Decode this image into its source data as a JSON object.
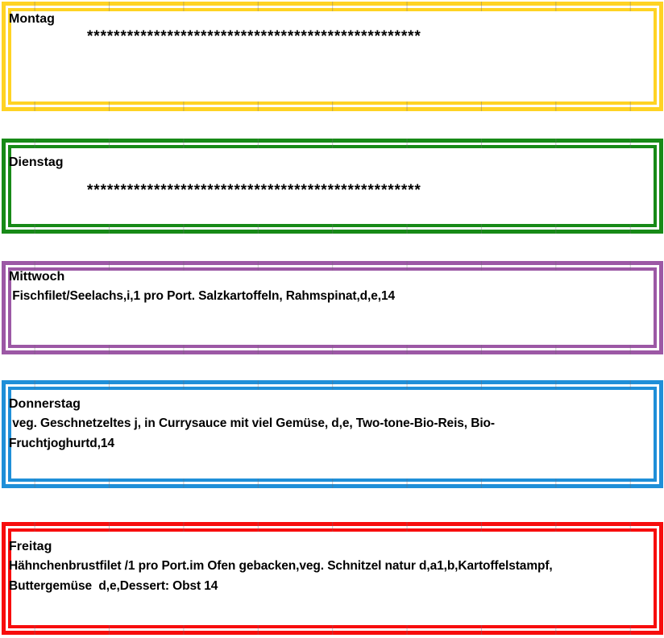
{
  "document": {
    "background_color": "#ffffff",
    "text_color": "#000000",
    "grid_tick_color": "rgba(110,105,115,0.40)"
  },
  "days": [
    {
      "label": "Montag",
      "border_color": "#FFD324",
      "content_lines": [
        "**************************************************"
      ]
    },
    {
      "label": "Dienstag",
      "border_color": "#178A17",
      "content_lines": [
        "**************************************************"
      ]
    },
    {
      "label": "Mittwoch",
      "border_color": "#9C58A5",
      "content_lines": [
        " Fischfilet/Seelachs,i,1 pro Port. Salzkartoffeln, Rahmspinat,d,e,14"
      ]
    },
    {
      "label": "Donnerstag",
      "border_color": "#1F8FD8",
      "content_lines": [
        " veg. Geschnetzeltes j, in Currysauce mit viel Gemüse, d,e, Two-tone-Bio-Reis, Bio-",
        "Fruchtjoghurtd,14"
      ]
    },
    {
      "label": "Freitag",
      "border_color": "#F70D0D",
      "content_lines": [
        "Hähnchenbrustfilet /1 pro Port.im Ofen gebacken,veg. Schnitzel natur d,a1,b,Kartoffelstampf,",
        "Buttergemüse  d,e,Dessert: Obst 14"
      ]
    }
  ]
}
